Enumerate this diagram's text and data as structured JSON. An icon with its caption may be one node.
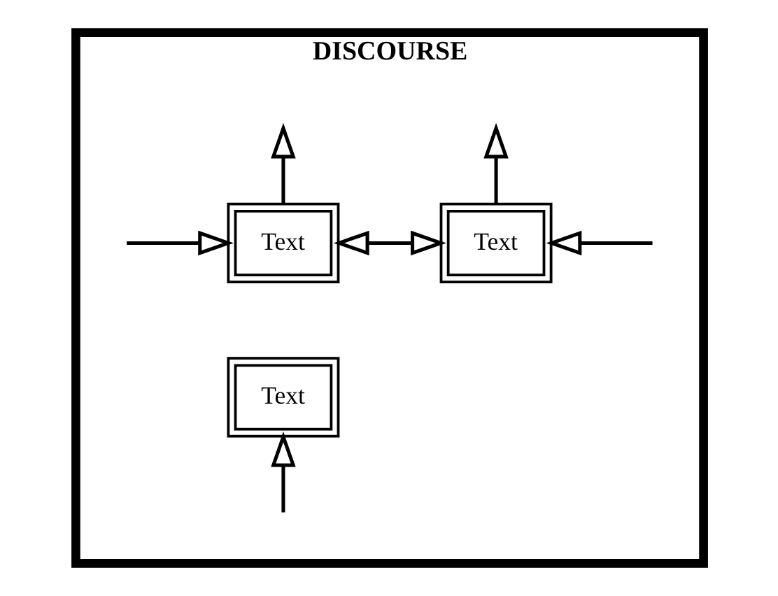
{
  "diagram": {
    "nodes": [
      {
        "text": [
          "DISCOURSE"
        ]
      },
      {
        "text": [
          "Text"
        ],
        "in": 0
      },
      {
        "text": [
          "Text"
        ],
        "in": 0
      },
      {
        "text": [
          "Text"
        ],
        "in": 0
      }
    ],
    "edges": [
      {
        "from": null,
        "to": 1,
        "arrow": "to"
      },
      {
        "from": 1,
        "to": null,
        "arrow": "to"
      },
      {
        "from": 1,
        "to": 2,
        "arrow": "both"
      },
      {
        "from": null,
        "to": 2,
        "arrow": "to"
      },
      {
        "from": 2,
        "to": null,
        "arrow": "to"
      },
      {
        "from": null,
        "to": 3,
        "arrow": "to"
      }
    ]
  }
}
